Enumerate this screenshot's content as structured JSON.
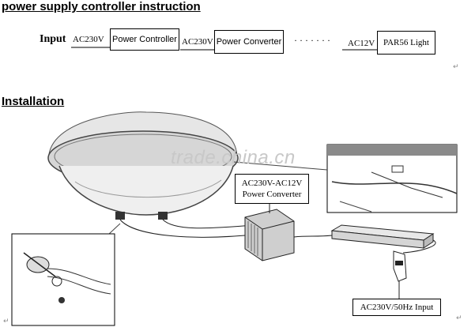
{
  "heading_controller": "power supply controller instruction",
  "heading_installation": "Installation",
  "flow": {
    "input_label": "Input",
    "input_voltage": "AC230V",
    "power_controller": "Power Controller",
    "mid_voltage": "AC230V",
    "power_converter": "Power Converter",
    "dots": "· · · · · · ·",
    "out_voltage": "AC12V",
    "light": "PAR56 Light"
  },
  "diagram": {
    "converter_label_line1": "AC230V-AC12V",
    "converter_label_line2": "Power Converter",
    "input_label": "AC230V/50Hz Input",
    "watermark": "trade.china.cn"
  },
  "para_mark": "↵"
}
